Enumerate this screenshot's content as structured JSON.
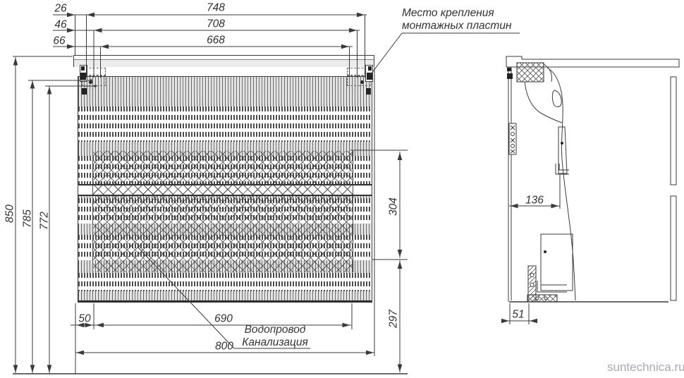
{
  "drawing": {
    "front_view": {
      "dims": {
        "offset_1": "26",
        "offset_2": "46",
        "offset_3": "66",
        "span_1": "748",
        "span_2": "708",
        "span_3": "668",
        "height_total": "850",
        "height_2": "785",
        "height_3": "772",
        "drawer_height": "304",
        "bottom_clearance": "297",
        "left_offset": "50",
        "drain_span": "690",
        "width_total": "800"
      },
      "callouts": {
        "mounting_plates": [
          "Место крепления",
          "монтажных пластин"
        ],
        "plumbing": [
          "Водопровод",
          "Канализация"
        ]
      }
    },
    "side_view": {
      "dims": {
        "depth_to_bracket": "136",
        "back_offset": "51"
      }
    },
    "watermark": "suntechnica.ru"
  }
}
